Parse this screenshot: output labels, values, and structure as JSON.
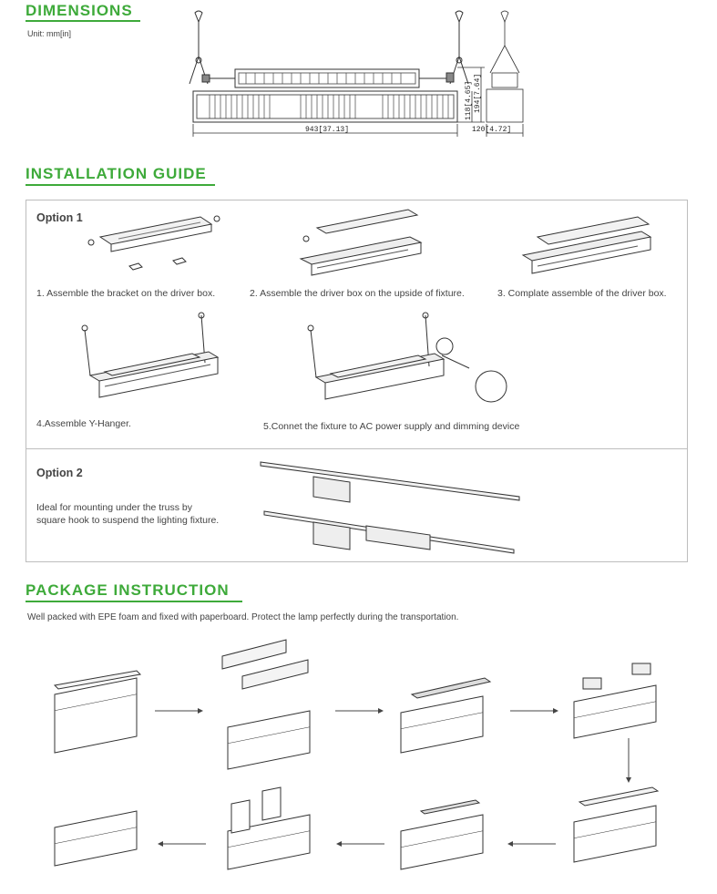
{
  "dimensions": {
    "title": "DIMENSIONS",
    "unit": "Unit: mm[in]",
    "labels": {
      "length": "943[37.13]",
      "height_a": "118[4.65]",
      "height_b": "194[7.64]",
      "width": "120[4.72]"
    }
  },
  "installation": {
    "title": "INSTALLATION GUIDE",
    "option1": {
      "label": "Option 1",
      "steps": [
        "1. Assemble the bracket on the driver box.",
        "2. Assemble the driver box on the upside of fixture.",
        "3. Complate assemble of the driver box.",
        "4.Assemble Y-Hanger.",
        "5.Connet the fixture to AC power supply and dimming device"
      ]
    },
    "option2": {
      "label": "Option 2",
      "description_line1": "Ideal for mounting under the truss by",
      "description_line2": "square hook to suspend the lighting fixture."
    }
  },
  "package": {
    "title": "PACKAGE INSTRUCTION",
    "description": "Well packed with EPE foam and fixed with paperboard. Protect the lamp perfectly during the transportation."
  },
  "colors": {
    "accent": "#3eaa3a",
    "border": "#bdbdbd",
    "line": "#333333"
  }
}
